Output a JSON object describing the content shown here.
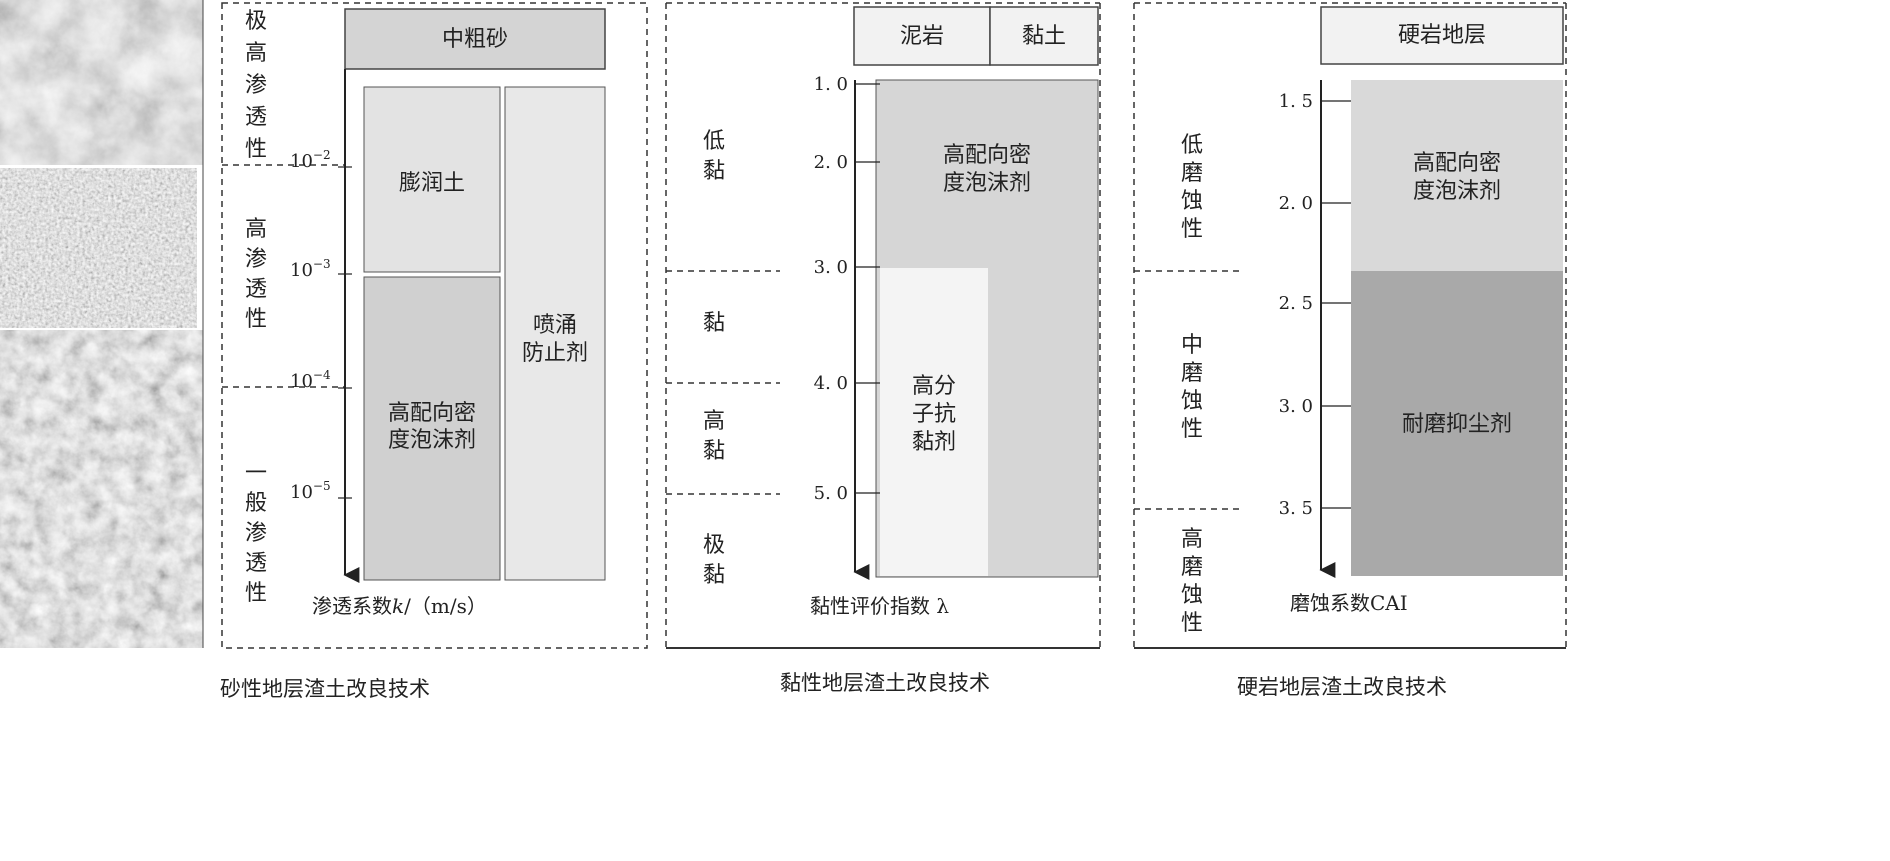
{
  "sand": {
    "header": "中粗砂",
    "zones": [
      "极高渗透性",
      "高渗透性",
      "一般渗透性"
    ],
    "ticks": [
      {
        "base": "10",
        "exp": "−2"
      },
      {
        "base": "10",
        "exp": "−3"
      },
      {
        "base": "10",
        "exp": "−4"
      },
      {
        "base": "10",
        "exp": "−5"
      }
    ],
    "axis_title_1": "渗透系数",
    "axis_title_var": "k",
    "axis_title_2": "/（m/s）",
    "boxes": {
      "bentonite": "膨润土",
      "foam_line1": "高配向密",
      "foam_line2": "度泡沫剂",
      "antispray_line1": "喷涌",
      "antispray_line2": "防止剂"
    },
    "caption": "砂性地层渣土改良技术"
  },
  "clay": {
    "header_left": "泥岩",
    "header_right": "黏土",
    "zones": [
      "低黏",
      "黏",
      "高黏",
      "极黏"
    ],
    "ticks": [
      "1. 0",
      "2. 0",
      "3. 0",
      "4. 0",
      "5. 0"
    ],
    "axis_title": "黏性评价指数 λ",
    "boxes": {
      "foam_line1": "高配向密",
      "foam_line2": "度泡沫剂",
      "polymer_line1": "高分",
      "polymer_line2": "子抗",
      "polymer_line3": "黏剂"
    },
    "caption": "黏性地层渣土改良技术"
  },
  "rock": {
    "header": "硬岩地层",
    "zones": [
      "低磨蚀性",
      "中磨蚀性",
      "高磨蚀性"
    ],
    "ticks": [
      "1. 5",
      "2. 0",
      "2. 5",
      "3. 0",
      "3. 5"
    ],
    "axis_title": "磨蚀系数CAI",
    "boxes": {
      "foam_line1": "高配向密",
      "foam_line2": "度泡沫剂",
      "dust": "耐磨抑尘剂"
    },
    "caption": "硬岩地层渣土改良技术"
  }
}
